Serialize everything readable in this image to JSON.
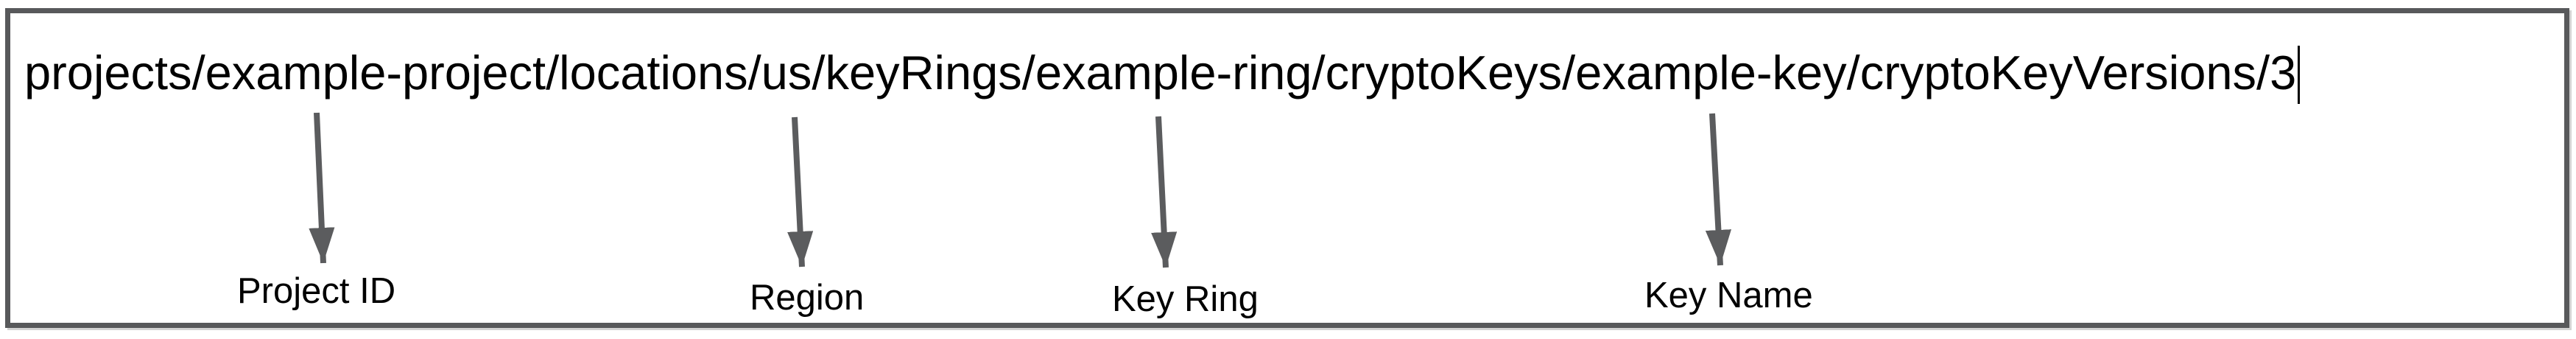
{
  "resource_path": {
    "text": "projects/example-project/locations/us/keyRings/example-ring/cryptoKeys/example-key/cryptoKeyVersions/3"
  },
  "annotations": [
    {
      "label": "Project ID"
    },
    {
      "label": "Region"
    },
    {
      "label": "Key Ring"
    },
    {
      "label": "Key Name"
    }
  ],
  "colors": {
    "border": "#58595b",
    "arrow": "#5b5c5e",
    "text": "#000000"
  }
}
